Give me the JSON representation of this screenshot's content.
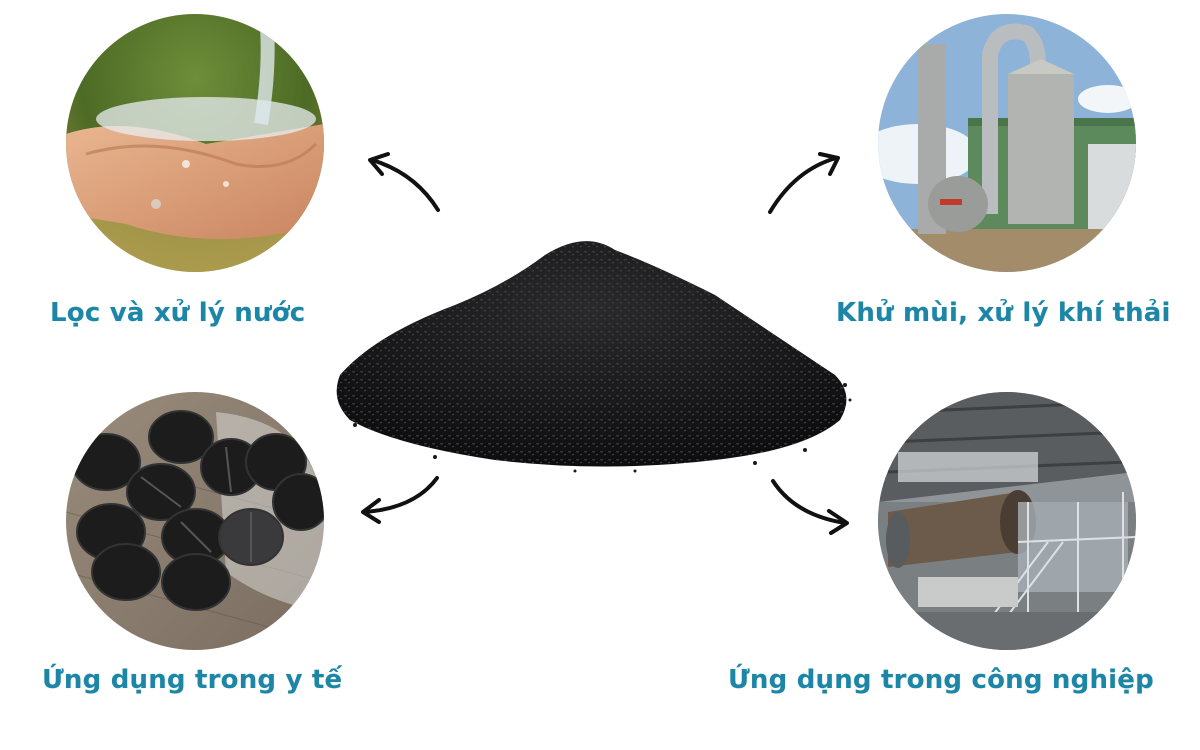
{
  "center": {
    "subject": "activated-carbon-granule-pile",
    "color": "#141414"
  },
  "applications": [
    {
      "id": "water",
      "label": "Lọc và xử lý nước",
      "image": "hands-under-running-water",
      "position": "top-left"
    },
    {
      "id": "air",
      "label": "Khử mùi, xử lý khí thải",
      "image": "exhaust-gas-scrubber-tower",
      "position": "top-right"
    },
    {
      "id": "medical",
      "label": "Ứng dụng trong y tế",
      "image": "activated-charcoal-tablets",
      "position": "bottom-left"
    },
    {
      "id": "industry",
      "label": "Ứng dụng trong công nghiệp",
      "image": "rotary-kiln-industrial-plant",
      "position": "bottom-right"
    }
  ],
  "colors": {
    "label": "#1d86a6",
    "arrow": "#111111",
    "background": "#ffffff"
  }
}
